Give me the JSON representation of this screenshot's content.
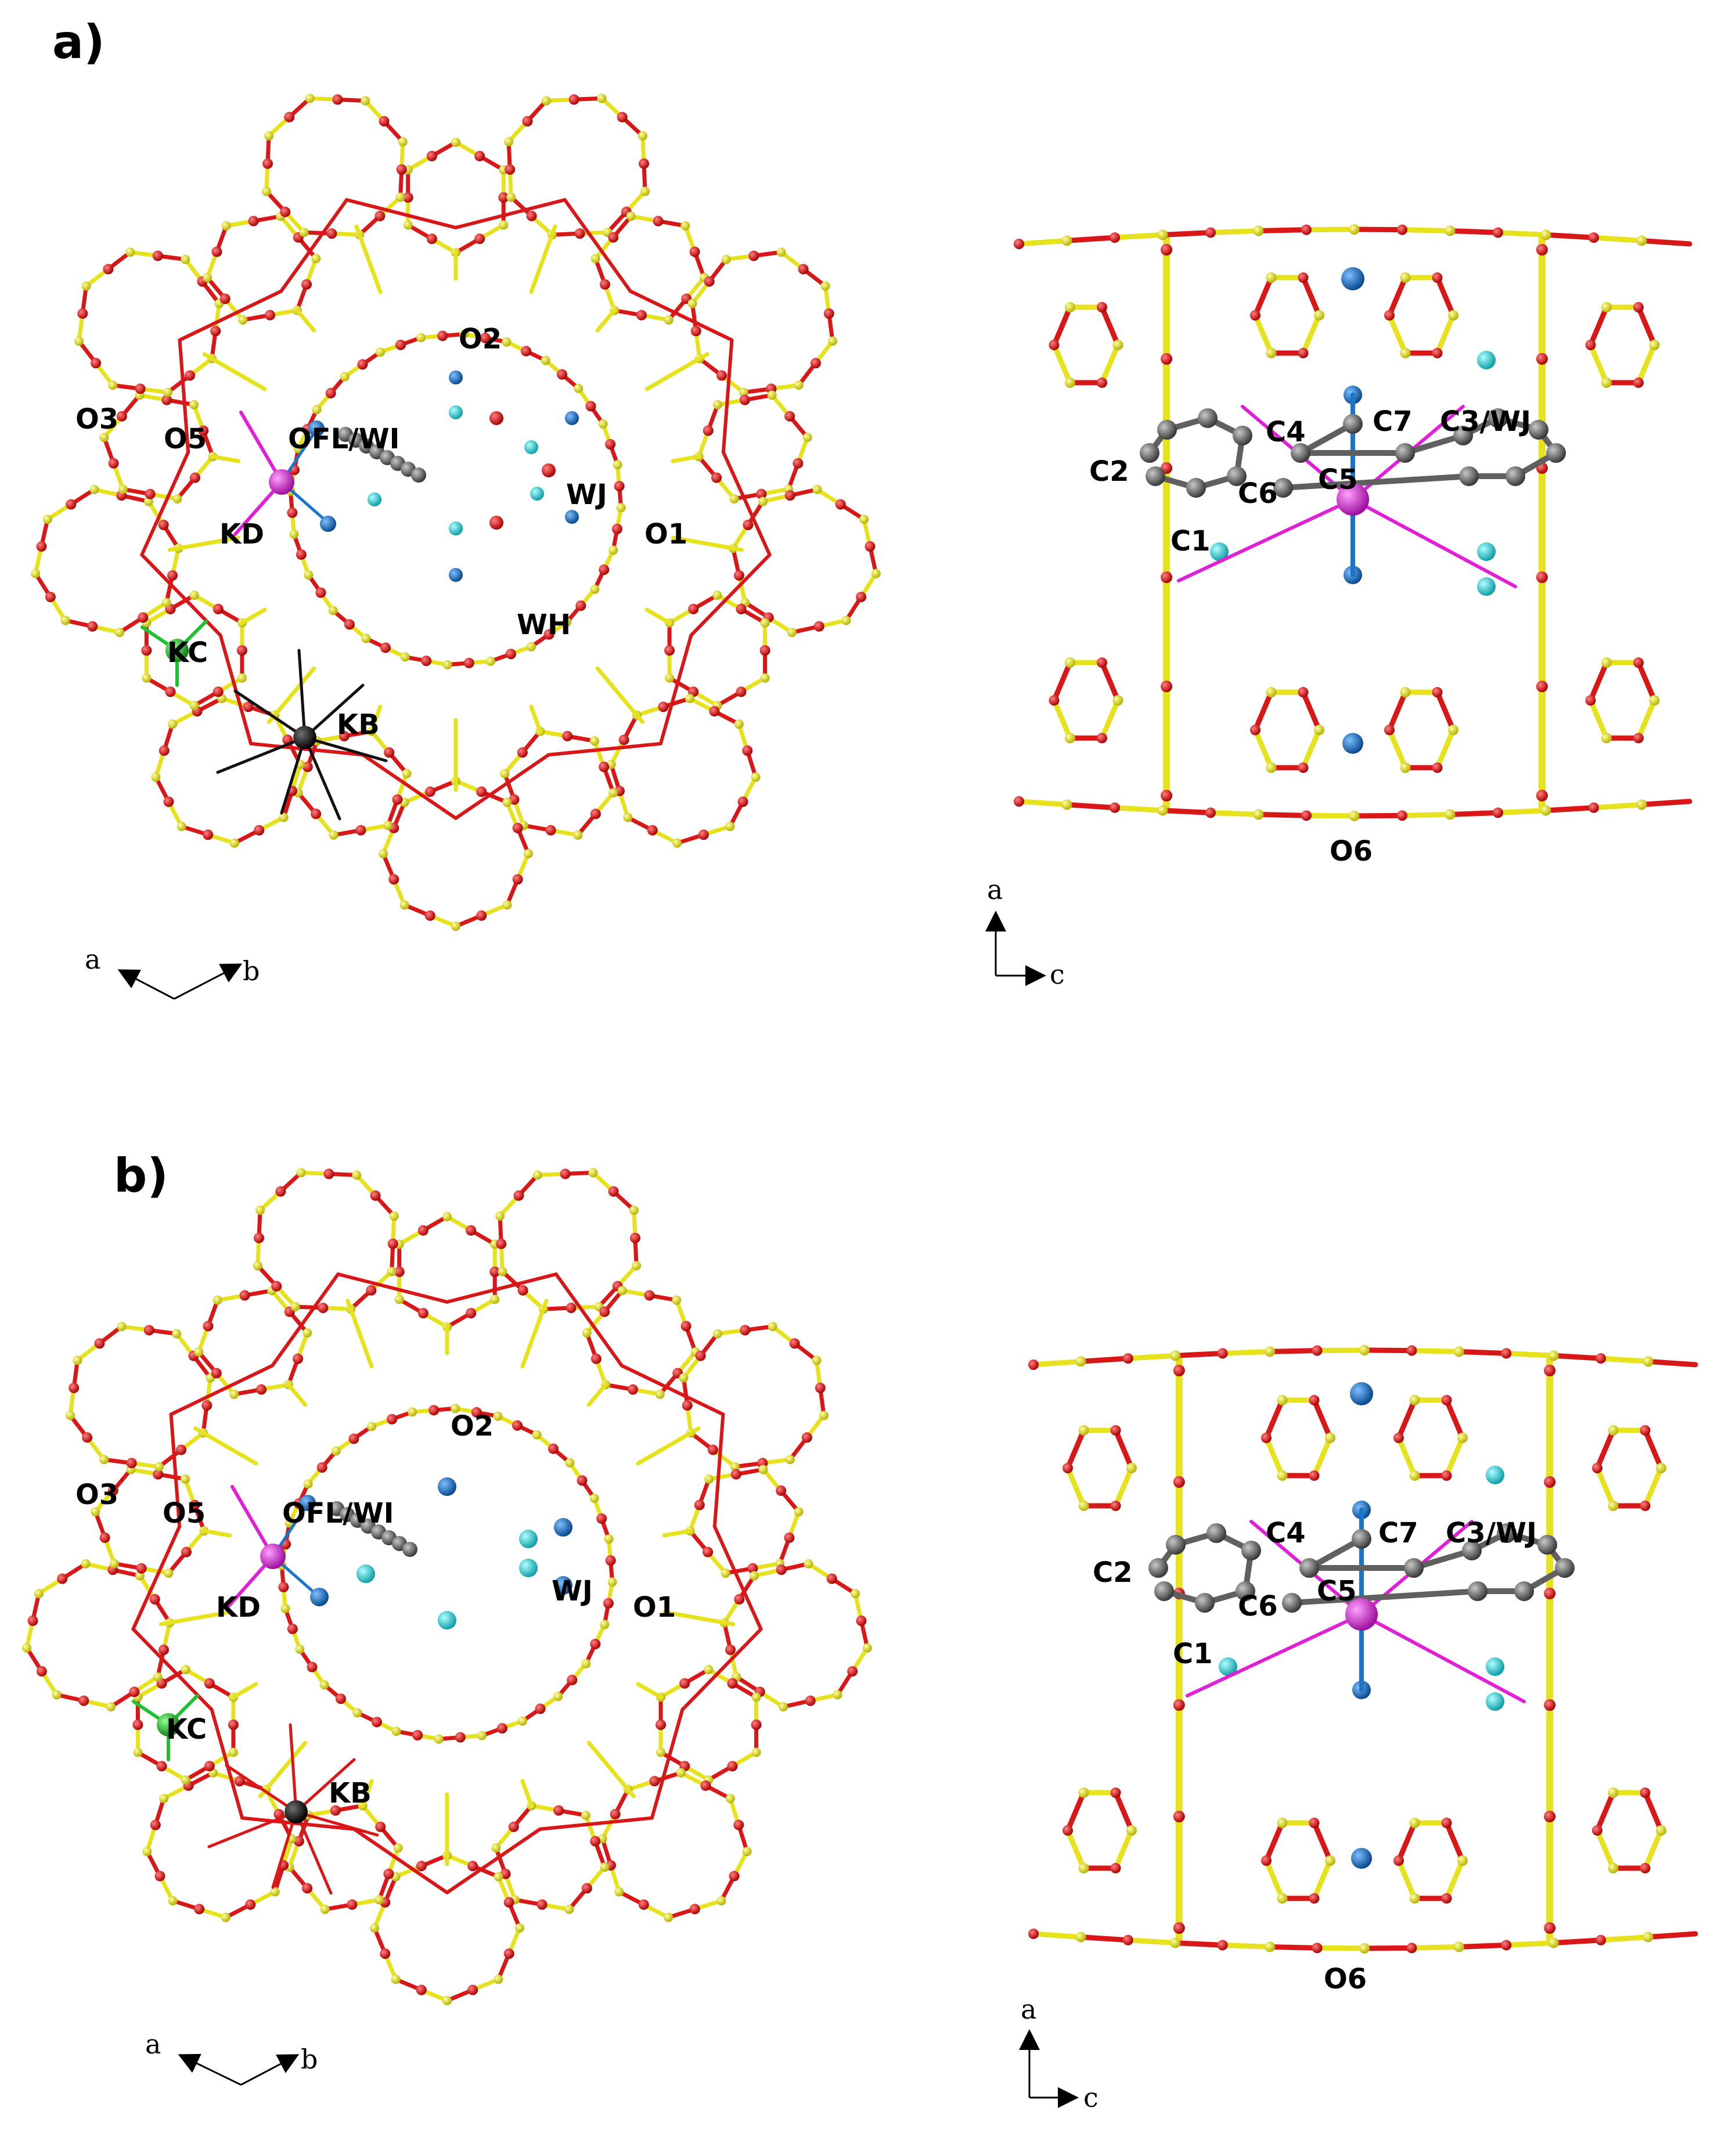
{
  "panels": [
    {
      "label": "a)",
      "left_view": {
        "labels": [
          "O2",
          "O3",
          "O5",
          "OFL/WI",
          "WJ",
          "KD",
          "O1",
          "WH",
          "KC",
          "KB"
        ],
        "axes": [
          "a",
          "b"
        ]
      },
      "right_view": {
        "labels": [
          "C4",
          "C7",
          "C3/WJ",
          "C2",
          "C6",
          "C5",
          "C1",
          "O6"
        ],
        "axes": [
          "a",
          "c"
        ]
      }
    },
    {
      "label": "b)",
      "left_view": {
        "labels": [
          "O2",
          "O3",
          "O5",
          "OFL/WI",
          "KD",
          "WJ",
          "O1",
          "KC",
          "KB"
        ],
        "axes": [
          "a",
          "b"
        ]
      },
      "right_view": {
        "labels": [
          "C4",
          "C7",
          "C3/WJ",
          "C2",
          "C6",
          "C5",
          "C1",
          "O6"
        ],
        "axes": [
          "a",
          "c"
        ]
      }
    }
  ],
  "colors": {
    "framework_si": "#e6e21e",
    "framework_o": "#d81818",
    "water_blue": "#1a74c8",
    "water_cyan": "#1fd2d2",
    "ion_kd": "#e020d6",
    "ion_kc": "#20c030",
    "ion_kb": "#111111",
    "carbon": "#606060"
  }
}
